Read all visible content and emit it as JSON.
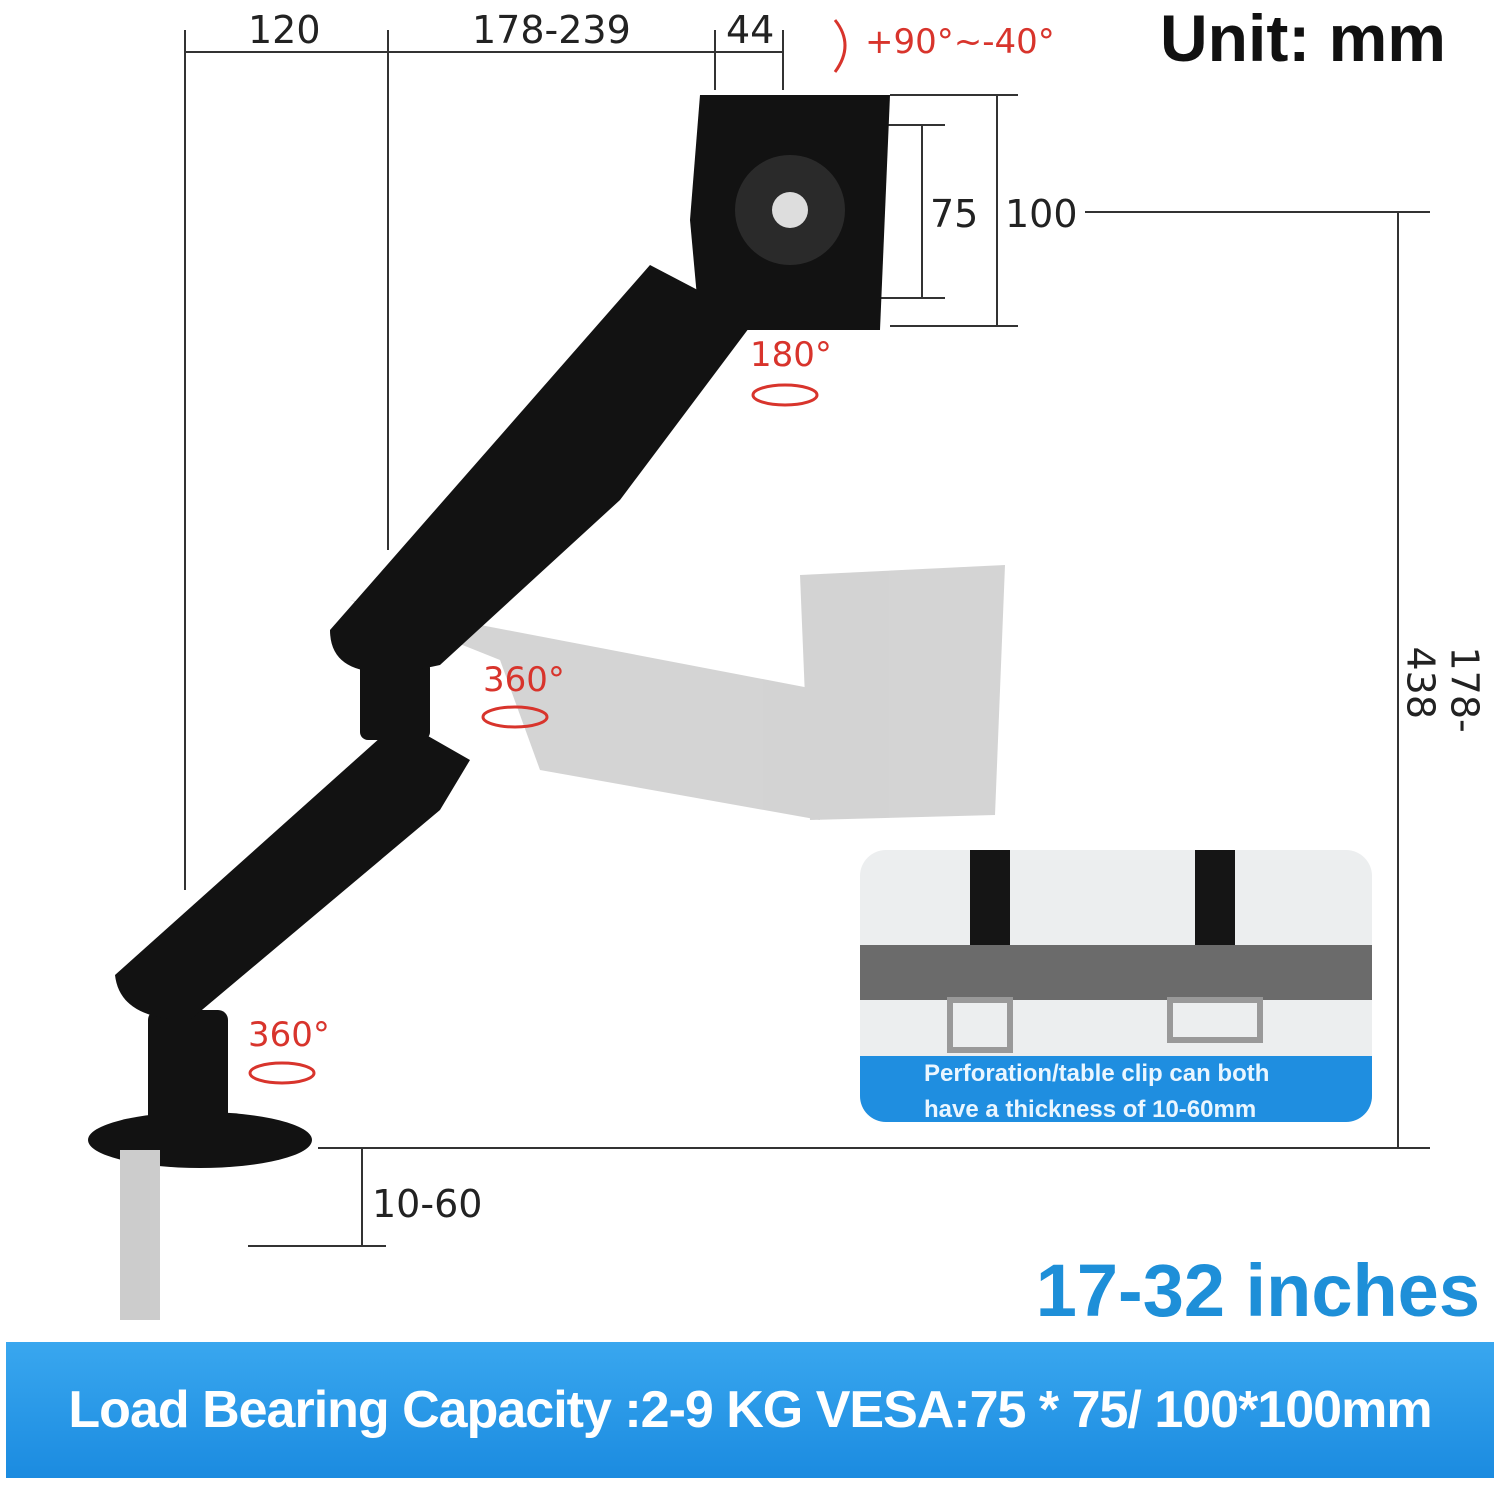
{
  "unit_label": "Unit: mm",
  "dimensions": {
    "arm_offset": "120",
    "arm_reach": "178-239",
    "plate_depth": "44",
    "tilt": "+90°~-40°",
    "vesa_small": "75",
    "vesa_large": "100",
    "height_range": "178-438",
    "clamp_thickness": "10-60"
  },
  "rotations": {
    "plate_rotation": "180°",
    "elbow_rotation": "360°",
    "base_rotation": "360°"
  },
  "inset": {
    "caption_line1": "Perforation/table clip can both",
    "caption_line2": "have a thickness of 10-60mm"
  },
  "screen_size": "17-32 inches",
  "banner_text": "Load Bearing Capacity :2-9 KG  VESA:75 * 75/ 100*100mm",
  "colors": {
    "accent_blue": "#1e8fd8",
    "rotation_red": "#d8342c",
    "arm": "#111111"
  }
}
